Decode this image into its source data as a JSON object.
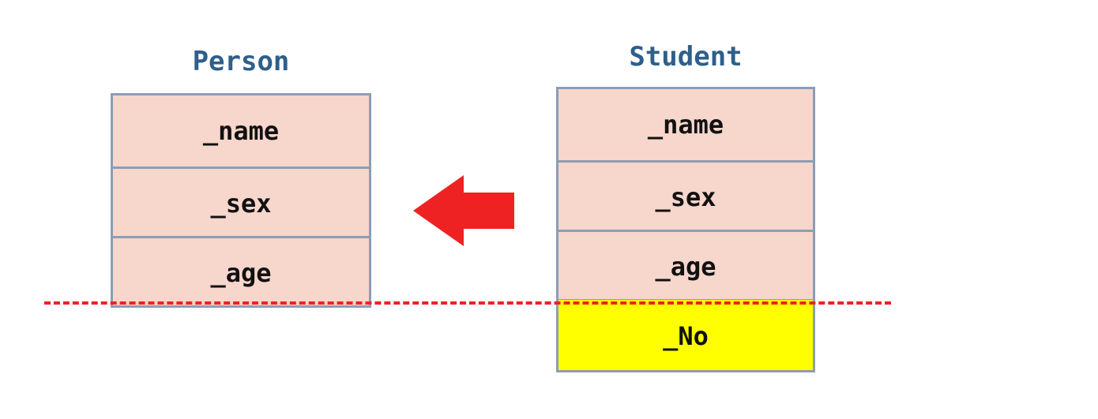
{
  "left": {
    "title": "Person",
    "fields": [
      "_name",
      "_sex",
      "_age"
    ],
    "fill": "#f7d6cb"
  },
  "right": {
    "title": "Student",
    "fields": [
      "_name",
      "_sex",
      "_age"
    ],
    "extra_field": "_No",
    "fill": "#f7d6cb",
    "extra_fill": "#ffff00"
  },
  "colors": {
    "border": "#8c9db5",
    "title": "#2f5f8a",
    "arrow": "#ee2222",
    "divider": "#ee2222"
  },
  "icons": {
    "arrow": "left-arrow-icon"
  }
}
